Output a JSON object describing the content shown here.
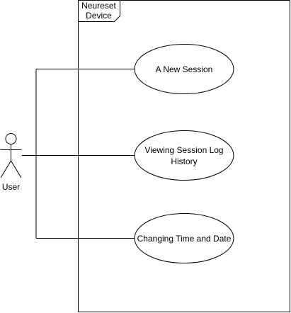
{
  "system": {
    "title_line1": "Neureset",
    "title_line2": "Device"
  },
  "actor": {
    "label": "User"
  },
  "use_cases": [
    {
      "lines": [
        "A New Session"
      ]
    },
    {
      "lines": [
        "Viewing Session Log",
        "History"
      ]
    },
    {
      "lines": [
        "Changing Time and Date"
      ]
    }
  ],
  "colors": {
    "stroke": "#000000",
    "fill": "#ffffff"
  }
}
